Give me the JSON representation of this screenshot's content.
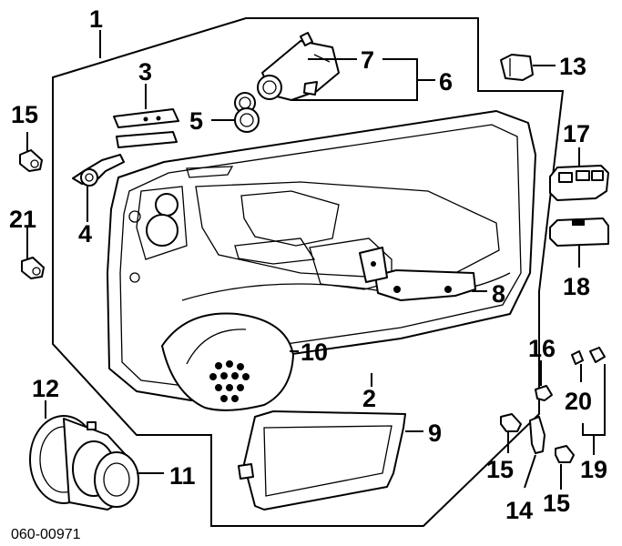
{
  "diagram": {
    "figure_id": "060-00971",
    "colors": {
      "line": "#000000",
      "background": "#ffffff"
    },
    "callouts": [
      {
        "key": "c1",
        "label": "1"
      },
      {
        "key": "c2",
        "label": "2"
      },
      {
        "key": "c3",
        "label": "3"
      },
      {
        "key": "c4",
        "label": "4"
      },
      {
        "key": "c5",
        "label": "5"
      },
      {
        "key": "c6",
        "label": "6"
      },
      {
        "key": "c7",
        "label": "7"
      },
      {
        "key": "c8",
        "label": "8"
      },
      {
        "key": "c9",
        "label": "9"
      },
      {
        "key": "c10",
        "label": "10"
      },
      {
        "key": "c11",
        "label": "11"
      },
      {
        "key": "c12",
        "label": "12"
      },
      {
        "key": "c13",
        "label": "13"
      },
      {
        "key": "c14",
        "label": "14"
      },
      {
        "key": "c15a",
        "label": "15"
      },
      {
        "key": "c15b",
        "label": "15"
      },
      {
        "key": "c15c",
        "label": "15"
      },
      {
        "key": "c16",
        "label": "16"
      },
      {
        "key": "c17",
        "label": "17"
      },
      {
        "key": "c18",
        "label": "18"
      },
      {
        "key": "c19",
        "label": "19"
      },
      {
        "key": "c20",
        "label": "20"
      },
      {
        "key": "c21",
        "label": "21"
      }
    ]
  }
}
